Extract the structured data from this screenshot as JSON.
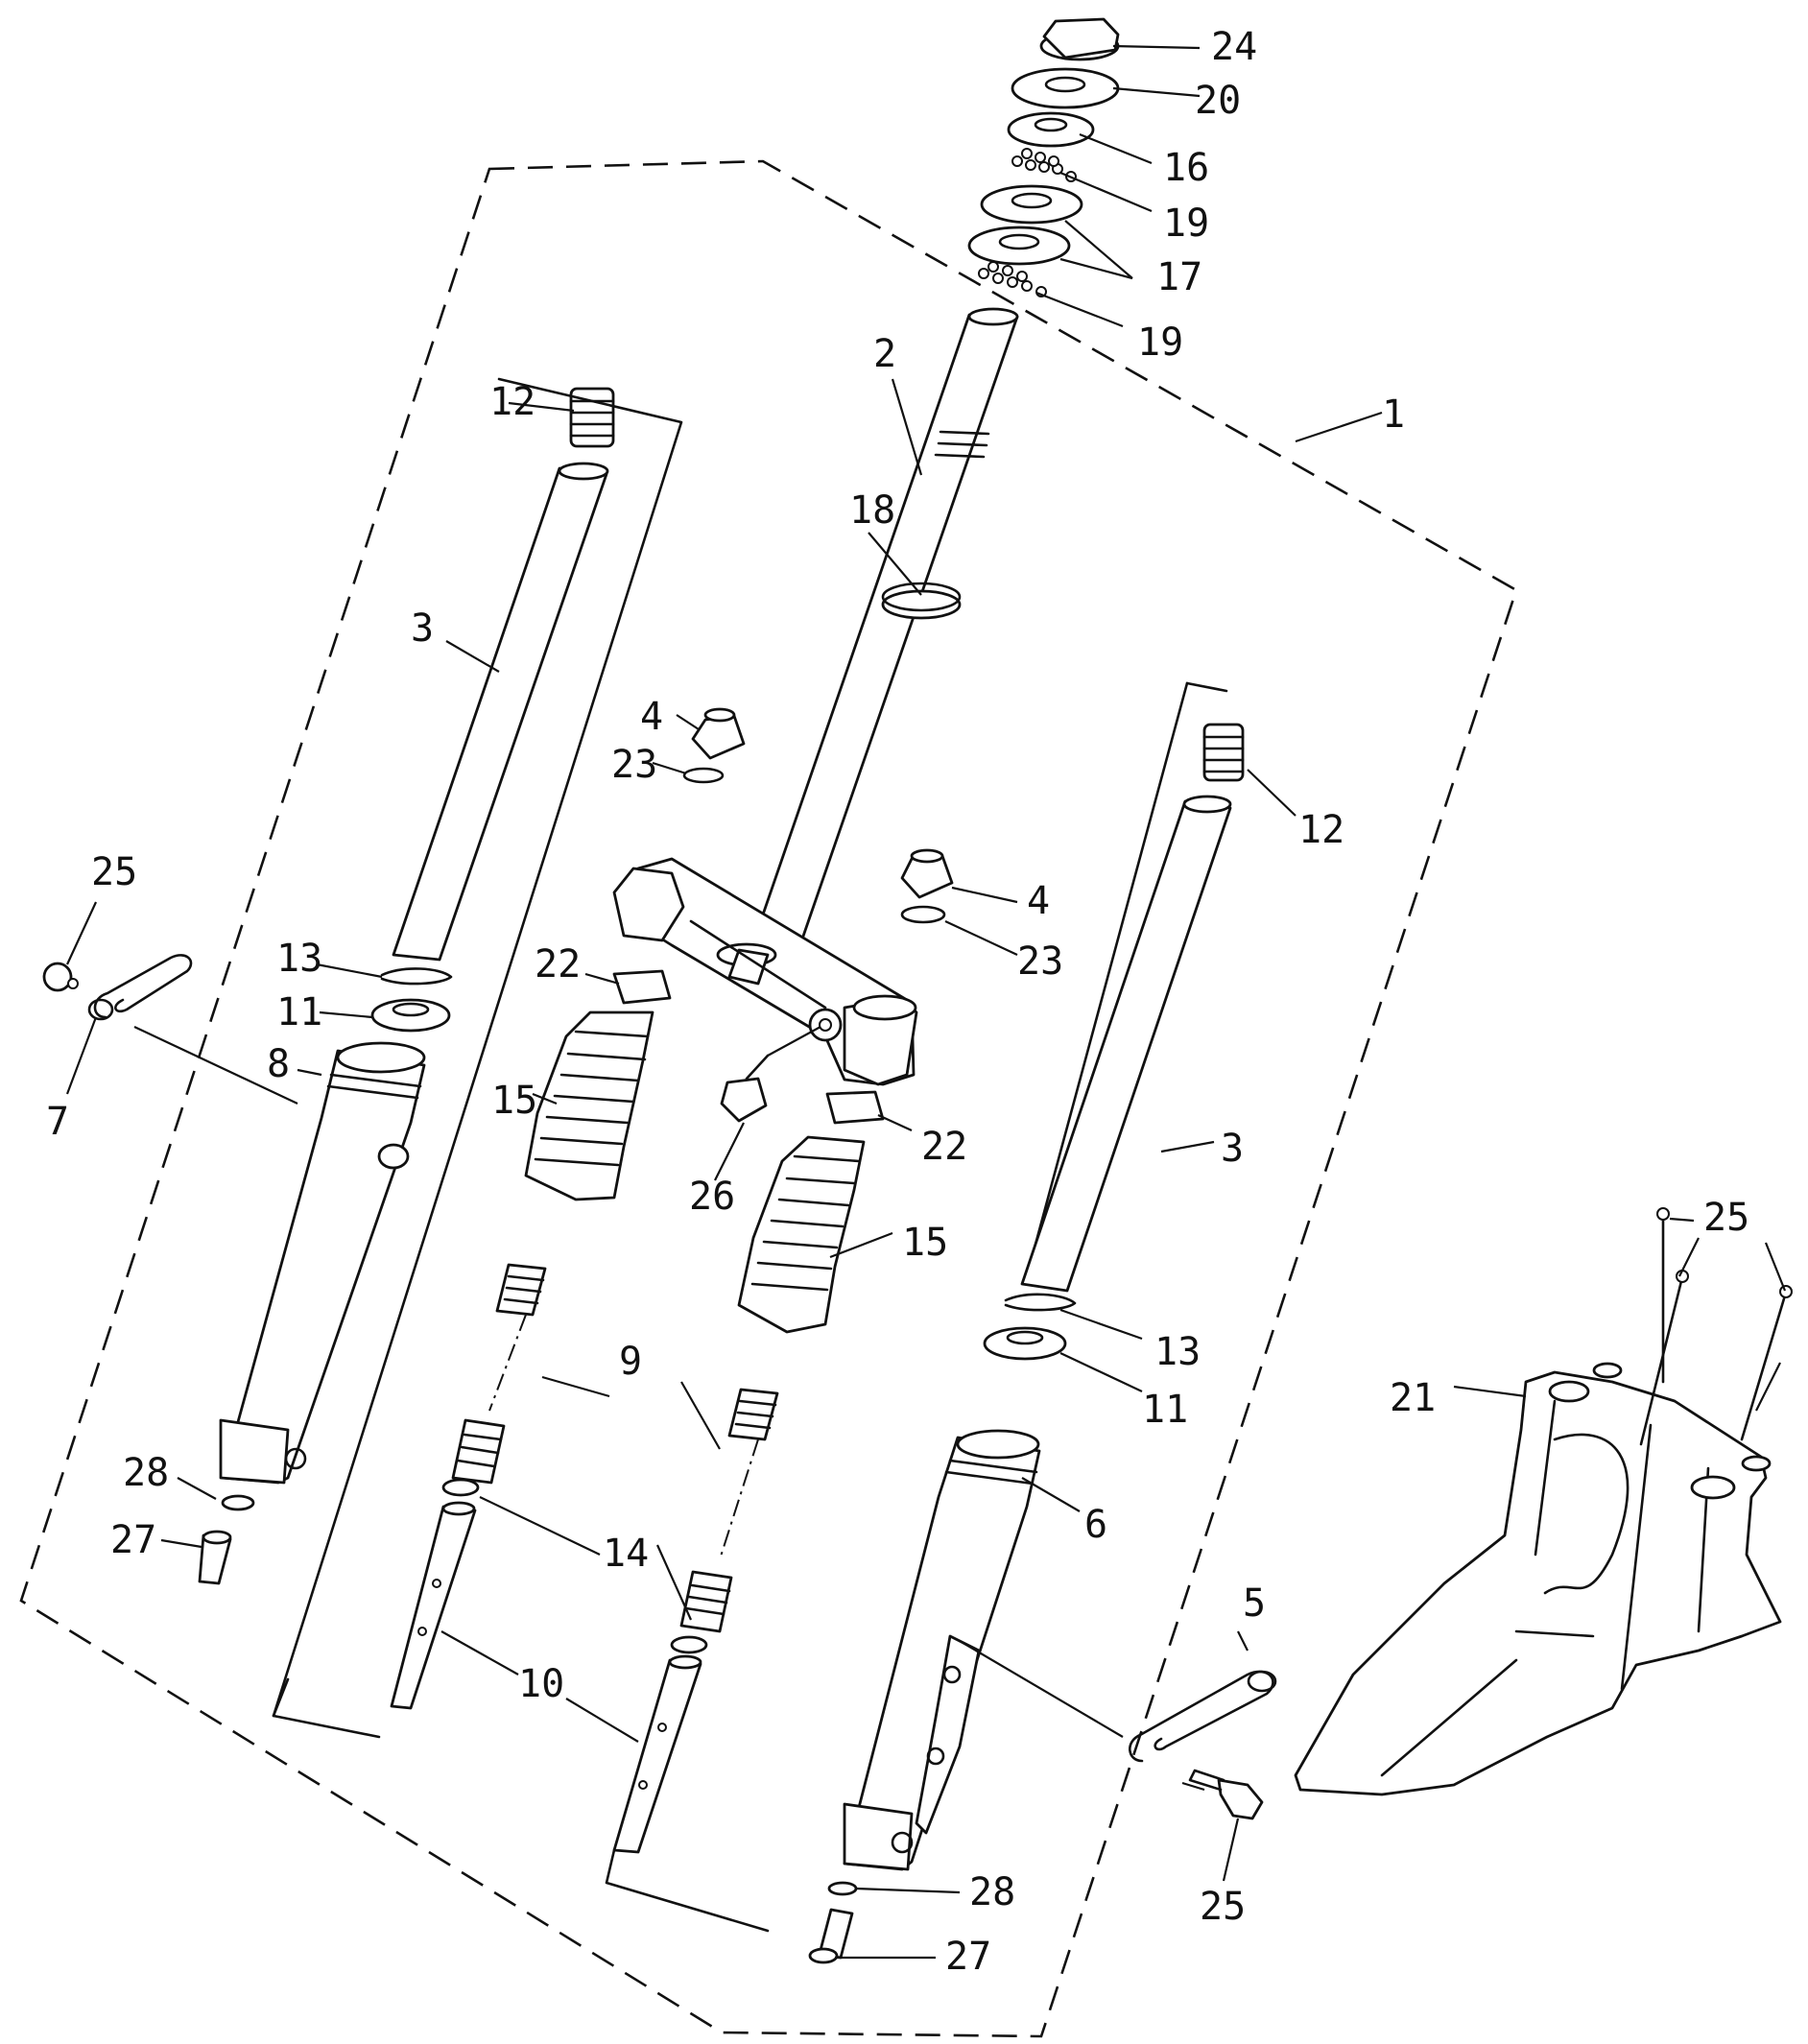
{
  "labels": {
    "l1": "1",
    "l2": "2",
    "l3a": "3",
    "l3b": "3",
    "l4a": "4",
    "l4b": "4",
    "l5": "5",
    "l6": "6",
    "l7": "7",
    "l8": "8",
    "l9": "9",
    "l10": "10",
    "l11a": "11",
    "l11b": "11",
    "l12a": "12",
    "l12b": "12",
    "l13a": "13",
    "l13b": "13",
    "l14": "14",
    "l15a": "15",
    "l15b": "15",
    "l16": "16",
    "l17": "17",
    "l18": "18",
    "l19a": "19",
    "l19b": "19",
    "l20": "20",
    "l21": "21",
    "l22a": "22",
    "l22b": "22",
    "l23a": "23",
    "l23b": "23",
    "l24": "24",
    "l25a": "25",
    "l25b": "25",
    "l25c": "25",
    "l26": "26",
    "l27a": "27",
    "l27b": "27",
    "l28a": "28",
    "l28b": "28"
  }
}
